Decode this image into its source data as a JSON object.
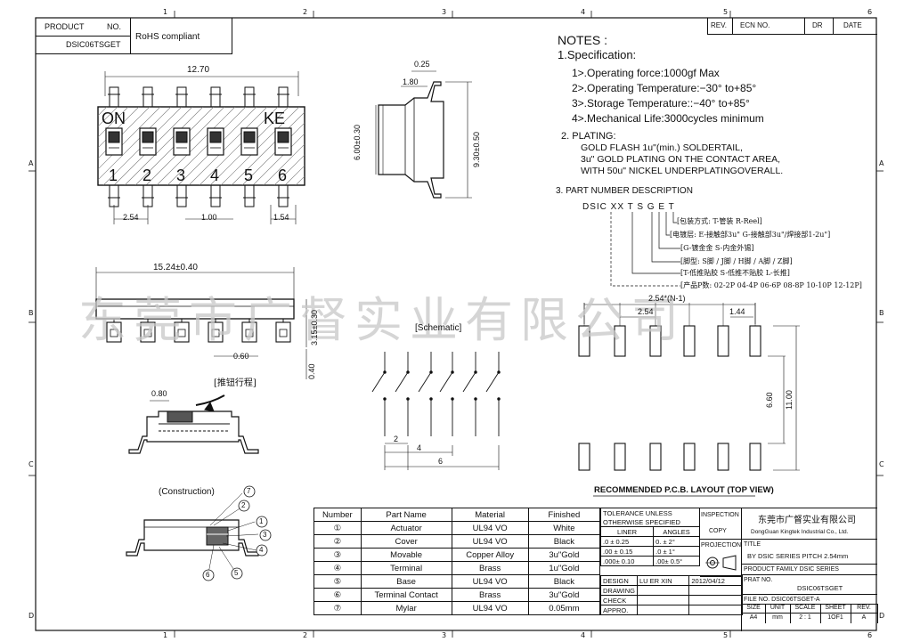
{
  "header": {
    "product_label": "PRODUCT",
    "no_label": "NO.",
    "product_code": "DSIC06TSGET",
    "rohs": "RoHS compliant"
  },
  "revision_block": {
    "headers": [
      "REV.",
      "ECN NO.",
      "DR",
      "DATE"
    ]
  },
  "border": {
    "columns": [
      "1",
      "2",
      "3",
      "4",
      "5",
      "6"
    ],
    "rows": [
      "A",
      "B",
      "C",
      "D"
    ]
  },
  "top_view": {
    "switch_labels_left": "ON",
    "switch_labels_right": "KE",
    "positions": [
      "1",
      "2",
      "3",
      "4",
      "5",
      "6"
    ],
    "dims": {
      "overall_width": "12.70",
      "pitch": "2.54",
      "pin_width": "1.00",
      "pad": "1.54"
    }
  },
  "side_view": {
    "dims": {
      "lead_thick": "0.25",
      "lead_len": "1.80",
      "body_height": "6.00±0.30",
      "overall_height": "9.30±0.50"
    }
  },
  "front_view": {
    "dims": {
      "length": "15.24±0.40",
      "height": "3.15±0.30",
      "lead": "0.60",
      "standoff": "0.40",
      "actuator_travel": "0.80"
    },
    "travel_label": "[推钮行程]"
  },
  "construction": {
    "title": "(Construction)",
    "callouts": [
      "1",
      "2",
      "3",
      "4",
      "5",
      "6",
      "7"
    ]
  },
  "schematic": {
    "title": "[Schematic]",
    "dims": [
      "2",
      "4",
      "6"
    ]
  },
  "notes": {
    "title": "NOTES :",
    "spec_title": "1.Specification:",
    "specs": [
      "1>.Operating force:1000gf Max",
      "2>.Operating Temperature:−30° to+85°",
      "3>.Storage Temperature::−40° to+85°",
      "4>.Mechanical Life:3000cycles minimum"
    ],
    "plating_title": "2. PLATING:",
    "plating": [
      "GOLD FLASH 1u\"(min.) SOLDERTAIL,",
      "3u\" GOLD PLATING  ON THE CONTACT AREA,",
      "WITH 50u\" NICKEL UNDERPLATINGOVERALL."
    ],
    "pn_title": "3. PART NUMBER DESCRIPTION",
    "pn_code": "DSIC XX  T  S G E T",
    "pn_lines": [
      "[包装方式: T-管装   R-Reel]",
      "[电镀层: E-接触部3u\" G-接触部3u\"/焊接部1-2u\"]",
      "[G-镀金金  S-内金外锡]",
      "[脚型: S脚 / J脚 / H脚 / A脚 / Z脚]",
      "[T-低推贴胶  S-低推不贴胶  L-长推]",
      "[产品P数: 02-2P 04-4P 06-6P 08-8P 10-10P 12-12P]"
    ]
  },
  "pcb_layout": {
    "title": "RECOMMENDED P.C.B. LAYOUT (TOP VIEW)",
    "dims": {
      "span": "2.54*(N-1)",
      "pitch": "2.54",
      "pad_w": "1.44",
      "inner": "6.60",
      "outer": "11.00"
    }
  },
  "bom": {
    "headers": [
      "Number",
      "Part Name",
      "Material",
      "Finished"
    ],
    "rows": [
      [
        "①",
        "Actuator",
        "UL94 VO",
        "White"
      ],
      [
        "②",
        "Cover",
        "UL94 VO",
        "Black"
      ],
      [
        "③",
        "Movable",
        "Copper Alloy",
        "3u\"Gold"
      ],
      [
        "④",
        "Terminal",
        "Brass",
        "1u\"Gold"
      ],
      [
        "⑤",
        "Base",
        "UL94 VO",
        "Black"
      ],
      [
        "⑥",
        "Terminal Contact",
        "Brass",
        "3u\"Gold"
      ],
      [
        "⑦",
        "Mylar",
        "UL94 VO",
        "0.05mm"
      ]
    ]
  },
  "tolerance": {
    "title1": "TOLERANCE UNLESS",
    "title2": "OTHERWISE SPECIFIED",
    "col_linear": "LINER",
    "col_angles": "ANGLES",
    "rows": [
      [
        ".0   ±  0.25",
        "0.  ±   2°"
      ],
      [
        ".00  ±  0.15",
        ".0  ±   1°"
      ],
      [
        ".000± 0.10",
        ".00±   0.5°"
      ]
    ],
    "design": "DESIGN",
    "drawing": "DRAWING",
    "check": "CHECK",
    "appro": "APPRO.",
    "designer": "LU ER XIN",
    "date": "2012/04/12"
  },
  "title_block": {
    "inspection": "INSPECTION",
    "copy": "COPY",
    "projection": "PROJECTION",
    "company_cn": "东莞市广督实业有限公司",
    "company_en": "DongGuan Kingtek Industrial Co., Ltd.",
    "title_label": "TITLE",
    "title": "BY DSIC SERIES PITCH 2.54mm",
    "family": "PRODUCT FAMILY DSIC SERIES",
    "prat_no": "PRAT NO.",
    "part_no": "DSIC06TSGET",
    "file_no": "FILE NO.  DSIC06TSGET-A",
    "size_headers": [
      "SIZE",
      "UNIT",
      "SCALE",
      "SHEET",
      "REV."
    ],
    "size_values": [
      "A4",
      "mm",
      "2 : 1",
      "1OF1",
      "A"
    ]
  },
  "watermark": "东莞市广督实业有限公司",
  "colors": {
    "line": "#111111",
    "watermark": "#c8c8c8",
    "hatch": "#777777"
  }
}
